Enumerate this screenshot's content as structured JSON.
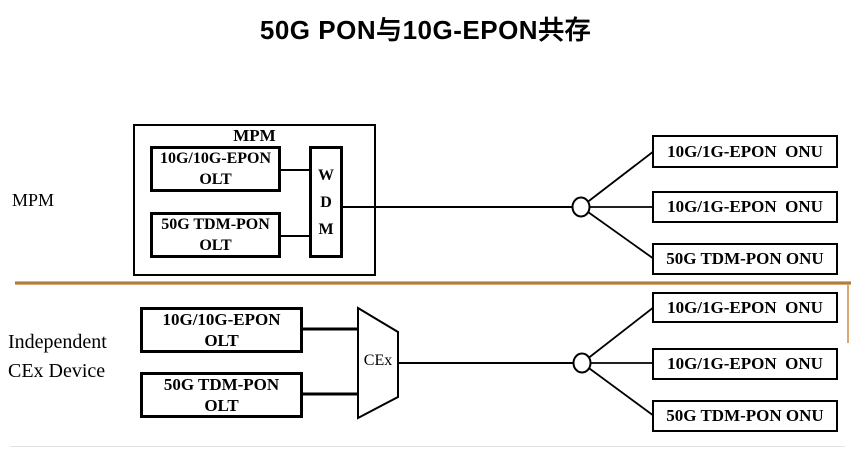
{
  "title": "50G PON与10G-EPON共存",
  "colors": {
    "line": "#000000",
    "divider": "#b5783e",
    "divider_edge": "#eccfa6",
    "box_fill": "#ffffff"
  },
  "mpm_section": {
    "side_label": "MPM",
    "frame_label": "MPM",
    "olt_boxes": [
      {
        "line1": "10G/10G-EPON",
        "line2": "OLT"
      },
      {
        "line1": "50G TDM-PON",
        "line2": "OLT"
      }
    ],
    "wdm_letters": [
      "W",
      "D",
      "M"
    ],
    "onu_boxes": [
      {
        "label": "10G/1G-EPON  ONU"
      },
      {
        "label": "10G/1G-EPON  ONU"
      },
      {
        "label": "50G TDM-PON ONU"
      }
    ]
  },
  "cex_section": {
    "side_label_line1": "Independent",
    "side_label_line2": "CEx Device",
    "olt_boxes": [
      {
        "line1": "10G/10G-EPON",
        "line2": "OLT"
      },
      {
        "line1": "50G TDM-PON",
        "line2": "OLT"
      }
    ],
    "cex_label": "CEx",
    "onu_boxes": [
      {
        "label": "10G/1G-EPON  ONU"
      },
      {
        "label": "10G/1G-EPON  ONU"
      },
      {
        "label": "50G TDM-PON ONU"
      }
    ]
  }
}
